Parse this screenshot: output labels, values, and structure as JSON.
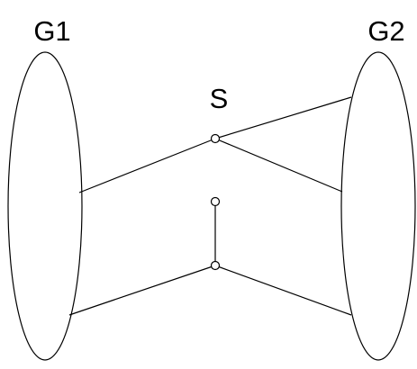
{
  "diagram": {
    "labels": {
      "group_left": "G1",
      "group_right": "G2",
      "separator": "S"
    },
    "colors": {
      "stroke": "#000000",
      "background": "#ffffff",
      "node_fill": "#ffffff"
    }
  }
}
